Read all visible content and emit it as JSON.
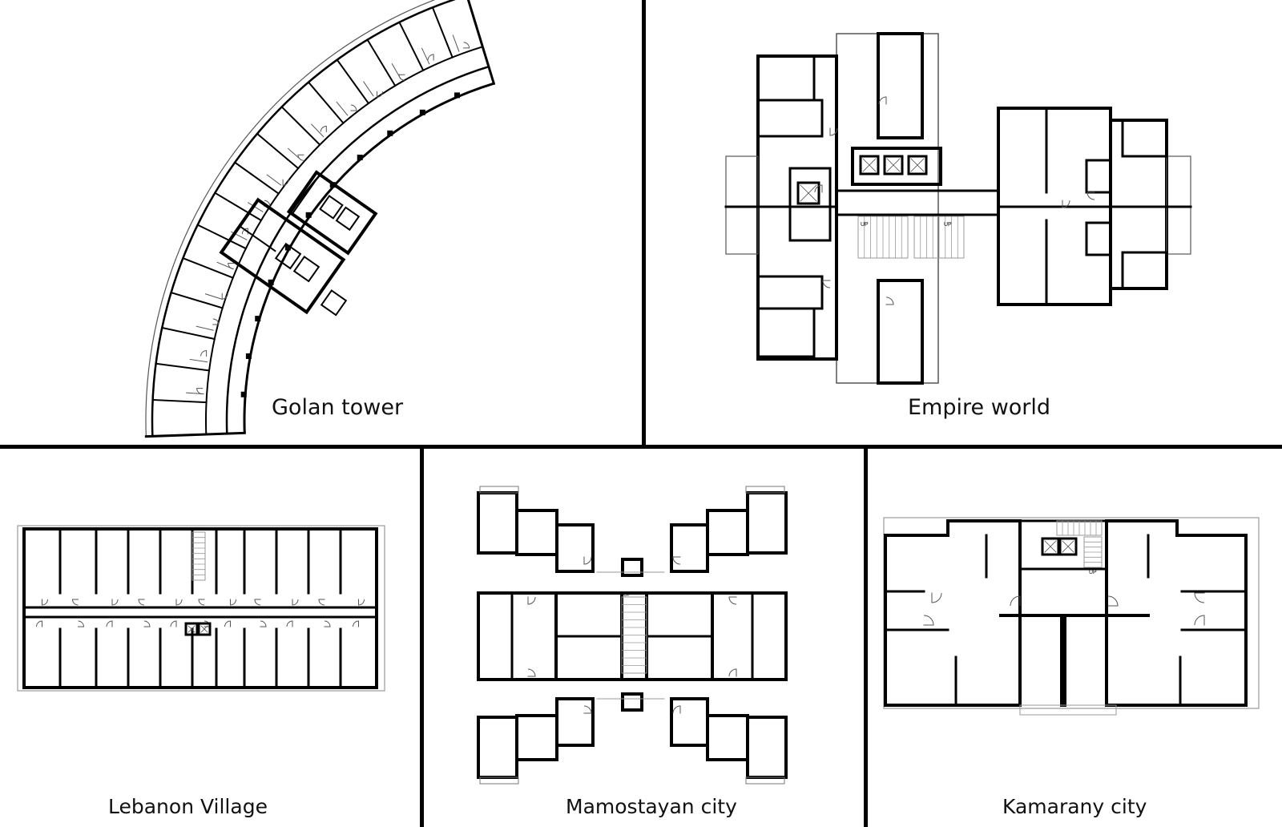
{
  "panels": [
    {
      "id": "golan",
      "caption": "Golan tower"
    },
    {
      "id": "empire",
      "caption": "Empire world"
    },
    {
      "id": "lebanon",
      "caption": "Lebanon Village"
    },
    {
      "id": "mamostayan",
      "caption": "Mamostayan city"
    },
    {
      "id": "kamarany",
      "caption": "Kamarany city"
    }
  ],
  "stair_labels": {
    "up": "UP"
  },
  "colors": {
    "wall": "#000000",
    "thin": "#555555",
    "grey": "#9a9a9a",
    "background": "#ffffff"
  }
}
